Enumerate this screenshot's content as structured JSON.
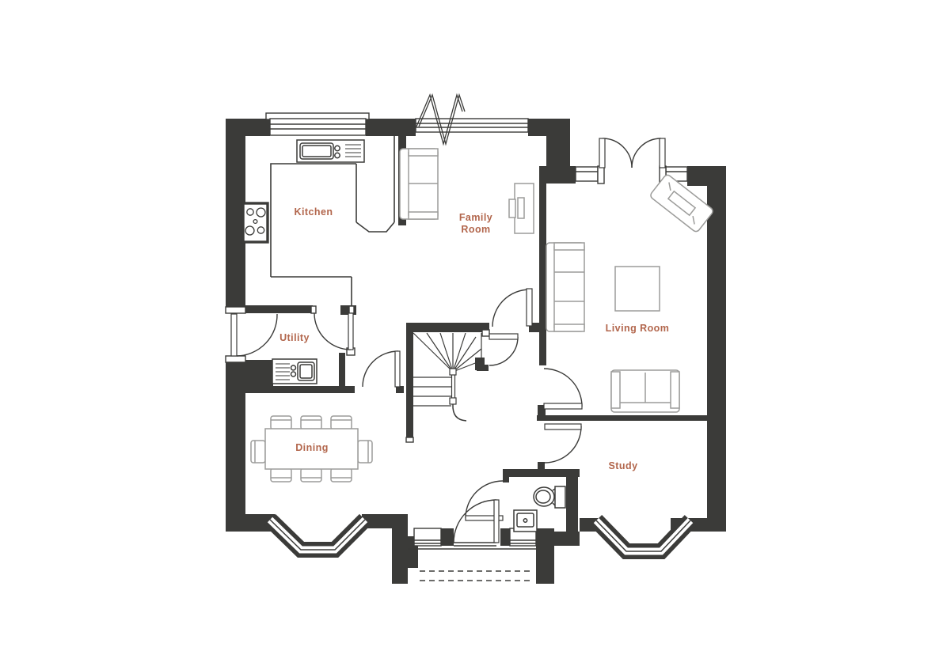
{
  "colors": {
    "wall": "#3b3b39",
    "room_label": "#b2664c",
    "furniture_line": "#9c9c9a",
    "floor": "#ffffff"
  },
  "rooms": {
    "kitchen": {
      "label": "Kitchen"
    },
    "family_room": {
      "label_line1": "Family",
      "label_line2": "Room"
    },
    "utility": {
      "label": "Utility"
    },
    "dining": {
      "label": "Dining"
    },
    "living_room": {
      "label": "Living Room"
    },
    "study": {
      "label": "Study"
    }
  },
  "fixtures": [
    "kitchen-sink",
    "hob",
    "kitchen-worktop",
    "utility-sink",
    "dining-table",
    "dining-chairs",
    "winder-stairs",
    "toilet",
    "basin-vanity",
    "family-room-sofa",
    "three-seat-sofa",
    "two-seat-sofa",
    "coffee-table",
    "tv-unit",
    "corner-cabinet",
    "bay-window-dining",
    "bay-window-study",
    "french-doors",
    "bifold-window",
    "front-door",
    "porch-steps"
  ]
}
